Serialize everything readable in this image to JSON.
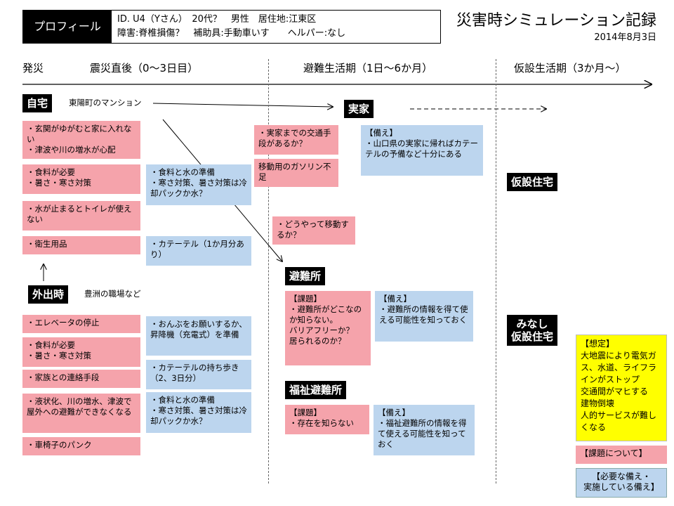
{
  "header": {
    "profile_label": "プロフィール",
    "profile_line1": "ID. U4（Yさん）　20代？　男性　居住地:江東区",
    "profile_line2": "障害:脊椎損傷？　補助具:手動車いす　　ヘルパー:なし",
    "title": "災害時シミュレーション記録",
    "date": "2014年8月3日"
  },
  "timeline": {
    "p0": "発災",
    "p1": "震災直後（0～3日目）",
    "p2": "避難生活期（1日～6か月）",
    "p3": "仮設生活期（3か月～）"
  },
  "locations": {
    "home": "自宅",
    "home_note": "東陽町のマンション",
    "parents": "実家",
    "out": "外出時",
    "out_note": "豊洲の職場など",
    "shelter": "避難所",
    "welfare": "福祉避難所",
    "temp_housing": "仮設住宅",
    "deemed_housing": "みなし\n仮設住宅"
  },
  "home_issues": [
    "・玄関がゆがむと家に入れない\n・津波や川の増水が心配",
    "・食料が必要\n・暑さ・寒さ対策",
    "・水が止まるとトイレが使えない",
    "・衛生用品"
  ],
  "home_preps": [
    "・食料と水の準備\n・寒さ対策、暑さ対策は冷却パックか水？",
    "・カテーテル（1か月分あり）"
  ],
  "out_issues": [
    "・エレベータの停止",
    "・食料が必要\n・暑さ・寒さ対策",
    "・家族との連絡手段",
    "・液状化、川の増水、津波で屋外への避難ができなくなる",
    "・車椅子のパンク"
  ],
  "out_preps": [
    "・おんぶをお願いするか、昇降機（充電式）を準備",
    "・カテーテルの持ち歩き（2、3日分）",
    "・食料と水の準備\n・寒さ対策、暑さ対策は冷却パックか水？"
  ],
  "parents_issues": [
    "・実家までの交通手段があるか？",
    "移動用のガソリン不足"
  ],
  "parents_prep": "【備え】\n・山口県の実家に帰ればカテーテルの予備など十分にある",
  "move_issue": "・どうやって移動するか？",
  "shelter_issue": "【課題】\n・避難所がどこなのか知らない。\nバリアフリーか？\n居られるのか？",
  "shelter_prep": "【備え】\n・避難所の情報を得て使える可能性を知っておく",
  "welfare_issue": "【課題】\n・存在を知らない",
  "welfare_prep": "【備え】\n・福祉避難所の情報を得て使える可能性を知っておく",
  "assumption": "【想定】\n大地震により電気ガス、水道、ライフラインがストップ\n交通間がマヒする\n建物倒壊\n人的サービスが難しくなる",
  "legend": {
    "issue": "【課題について】",
    "prep": "【必要な備え・\n実施している備え】"
  },
  "colors": {
    "issue": "#f5a3ab",
    "prep": "#bcd5ee",
    "assumption": "#ffff00"
  }
}
